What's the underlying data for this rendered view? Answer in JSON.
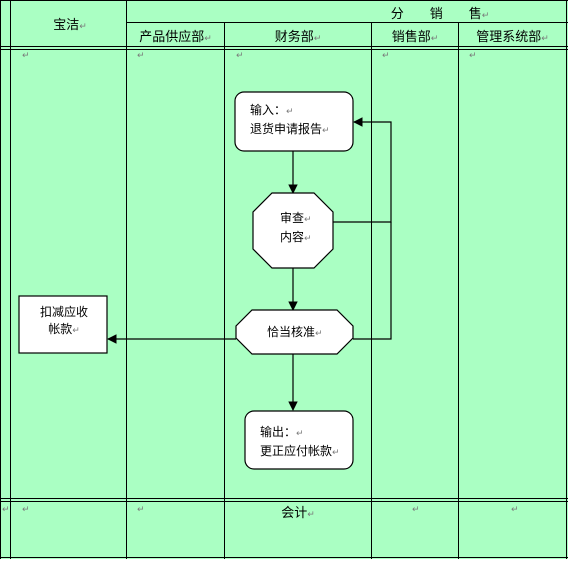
{
  "headers": {
    "left": "宝洁",
    "group": "分　　销　　售",
    "columns": [
      "产品供应部",
      "财务部",
      "销售部",
      "管理系统部"
    ],
    "footer_center": "会计"
  },
  "nodes": {
    "input": {
      "line1": "输入：",
      "line2": "退货申请报告"
    },
    "review": {
      "line1": "审查",
      "line2": "内容"
    },
    "approve": {
      "text": "恰当核准"
    },
    "output": {
      "line1": "输出：",
      "line2": "更正应付帐款"
    },
    "deduct": {
      "line1": "扣减应收",
      "line2": "帐款"
    }
  },
  "glyphs": {
    "paragraph_mark": "↵",
    "cell_mark": "↵"
  },
  "colors": {
    "cell": "#aaffc3",
    "line": "#000000",
    "node": "#ffffff"
  }
}
